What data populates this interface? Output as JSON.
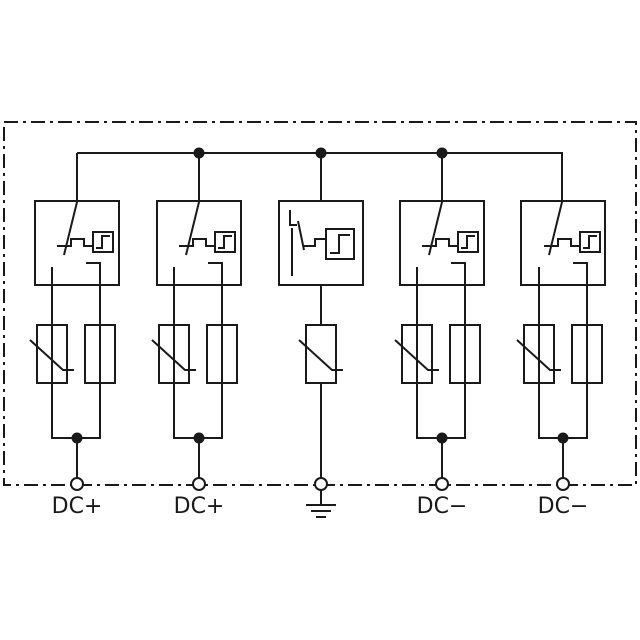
{
  "diagram": {
    "stroke_color": "#1a1a1a",
    "background": "#ffffff",
    "terminals": [
      {
        "label": "DC+"
      },
      {
        "label": "DC+"
      },
      {
        "label": ""
      },
      {
        "label": "DC−"
      },
      {
        "label": "DC−"
      }
    ],
    "icons": {
      "ground": "earth-ground-icon",
      "disconnector": "thermal-disconnect-switch-icon",
      "varistor": "varistor-icon",
      "fuse": "fuse-icon",
      "indicator": "status-indicator-icon"
    }
  }
}
